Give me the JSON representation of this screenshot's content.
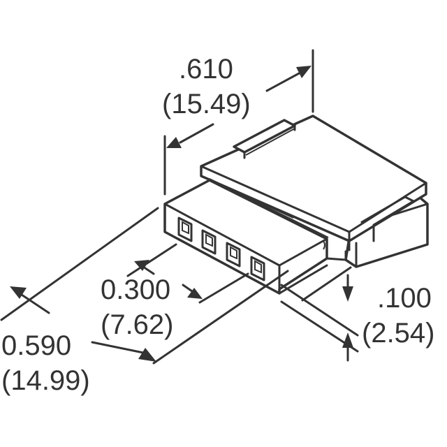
{
  "diagram": {
    "subject": "4-position connector housing, isometric view",
    "colors": {
      "line": "#333333",
      "background": "#ffffff"
    },
    "dimensions": {
      "overall_depth": {
        "inch": ".610",
        "mm": "(15.49)"
      },
      "pin_span": {
        "inch": "0.300",
        "mm": "(7.62)"
      },
      "overall_length": {
        "inch": "0.590",
        "mm": "(14.99)"
      },
      "pitch": {
        "inch": ".100",
        "mm": "(2.54)"
      }
    },
    "contact_cavities": 4
  }
}
